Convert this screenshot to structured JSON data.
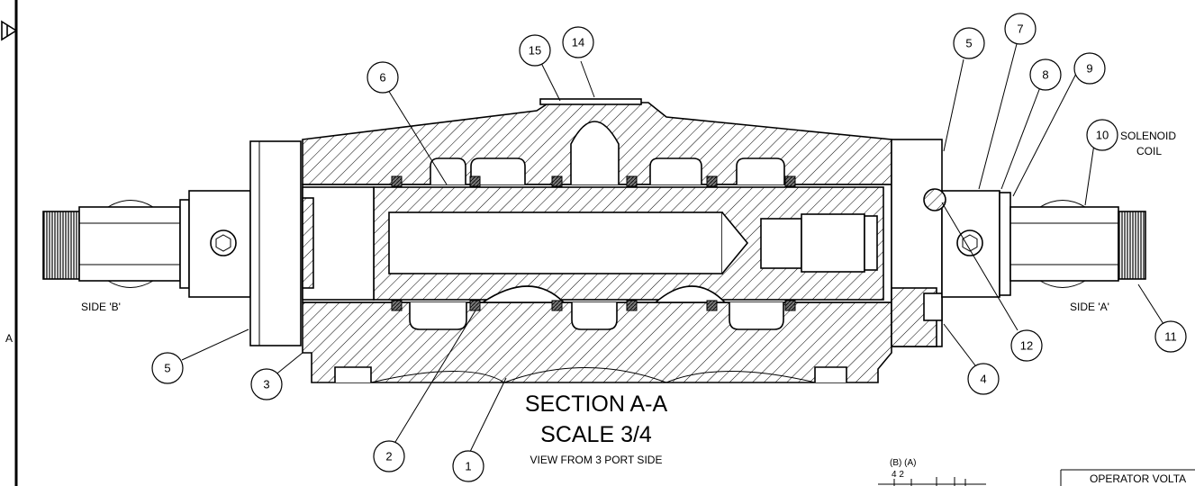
{
  "drawing": {
    "title_line1": "SECTION A-A",
    "title_line2": "SCALE 3/4",
    "subtitle": "VIEW FROM 3 PORT SIDE",
    "zone_marker": "A",
    "side_b_label": "SIDE 'B'",
    "side_a_label": "SIDE 'A'",
    "solenoid_label_1": "SOLENOID",
    "solenoid_label_2": "COIL",
    "symbol_port_labels": "(B) (A)",
    "symbol_port_numbers": "4  2",
    "operator_table_header": "OPERATOR VOLTA"
  },
  "balloons": [
    {
      "id": "1",
      "text": "1"
    },
    {
      "id": "2",
      "text": "2"
    },
    {
      "id": "3",
      "text": "3"
    },
    {
      "id": "4",
      "text": "4"
    },
    {
      "id": "5a",
      "text": "5"
    },
    {
      "id": "5b",
      "text": "5"
    },
    {
      "id": "6",
      "text": "6"
    },
    {
      "id": "7",
      "text": "7"
    },
    {
      "id": "8",
      "text": "8"
    },
    {
      "id": "9",
      "text": "9"
    },
    {
      "id": "10",
      "text": "10"
    },
    {
      "id": "11",
      "text": "11"
    },
    {
      "id": "12",
      "text": "12"
    },
    {
      "id": "14",
      "text": "14"
    },
    {
      "id": "15",
      "text": "15"
    }
  ]
}
